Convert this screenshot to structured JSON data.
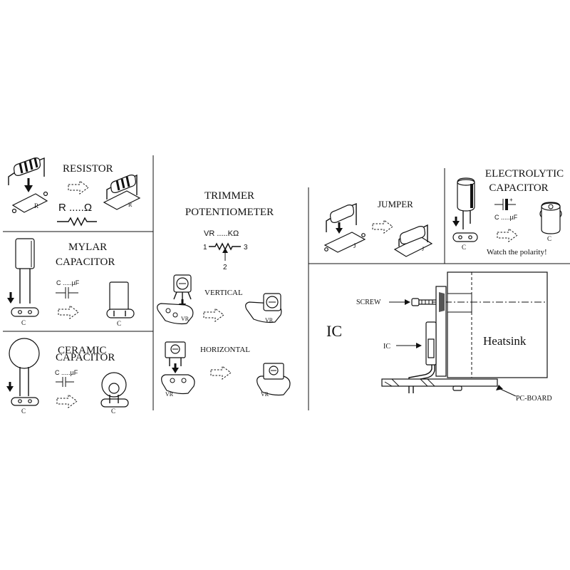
{
  "sections": {
    "resistor": {
      "title": "RESISTOR",
      "formula": "R .....Ω",
      "pcb_mark": "R"
    },
    "mylar": {
      "title_line1": "MYLAR",
      "title_line2": "CAPACITOR",
      "formula": "C .....µF",
      "pcb_mark": "C"
    },
    "ceramic": {
      "title_line1": "CERAMIC",
      "title_line2": "CAPACITOR",
      "formula": "C .....µF",
      "pcb_mark": "C"
    },
    "trimmer": {
      "title_line1": "TRIMMER",
      "title_line2": "POTENTIOMETER",
      "formula": "VR .....KΩ",
      "pin1": "1",
      "pin2": "2",
      "pin3": "3",
      "vertical": "VERTICAL",
      "horizontal": "HORIZONTAL",
      "pcb_mark": "VR"
    },
    "jumper": {
      "title": "JUMPER",
      "pcb_mark": "J"
    },
    "electrolytic": {
      "title_line1": "ELECTROLYTIC",
      "title_line2": "CAPACITOR",
      "formula": "C .....µF",
      "note": "Watch the polarity!",
      "pcb_mark": "C",
      "plus": "+"
    },
    "ic": {
      "title": "IC",
      "screw": "SCREW",
      "ic_label": "IC",
      "heatsink": "Heatsink",
      "pcboard": "PC-BOARD"
    }
  },
  "colors": {
    "ink": "#111111",
    "background": "#ffffff"
  }
}
